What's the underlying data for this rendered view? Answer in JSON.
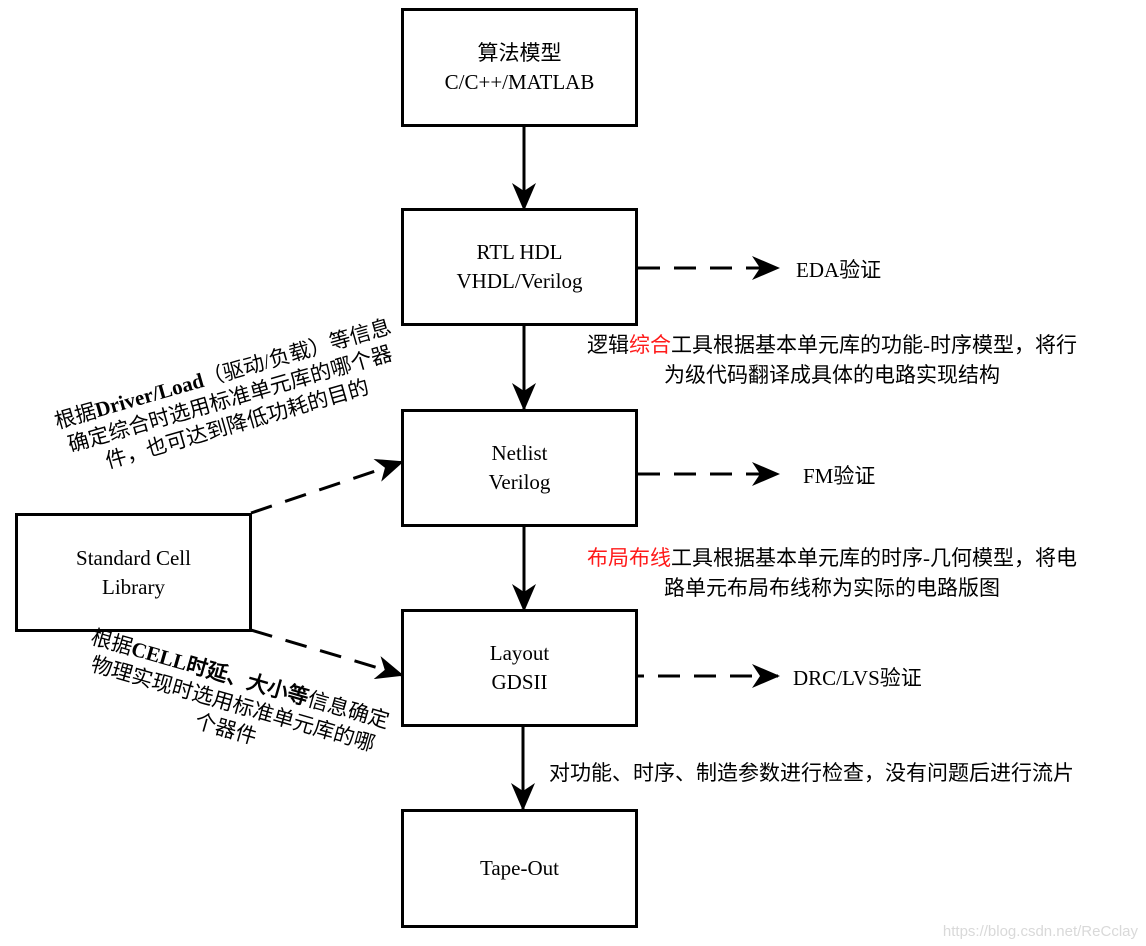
{
  "boxes": {
    "algorithm": {
      "line1": "算法模型",
      "line2": "C/C++/MATLAB"
    },
    "rtl": {
      "line1": "RTL HDL",
      "line2": "VHDL/Verilog"
    },
    "netlist": {
      "line1": "Netlist",
      "line2": "Verilog"
    },
    "layout": {
      "line1": "Layout",
      "line2": "GDSII"
    },
    "tapeout": {
      "line1": "Tape-Out"
    },
    "stdcell": {
      "line1": "Standard Cell",
      "line2": "Library"
    }
  },
  "verification_labels": {
    "eda": "EDA验证",
    "fm": "FM验证",
    "drc_lvs": "DRC/LVS验证"
  },
  "notes": {
    "synthesis": {
      "pre": "逻辑",
      "highlight": "综合",
      "post": "工具根据基本单元库的功能-时序模型，将行",
      "line2": "为级代码翻译成具体的电路实现结构"
    },
    "place_route": {
      "highlight": "布局布线",
      "post": "工具根据基本单元库的时序-几何模型，将电",
      "line2": "路单元布局布线称为实际的电路版图"
    },
    "tapeout_check": "对功能、时序、制造参数进行检查，没有问题后进行流片"
  },
  "side_notes": {
    "driver_load": {
      "pre": "根据",
      "bold": "Driver/Load",
      "post": "（驱动/负载）等信息",
      "line2": "确定综合时选用标准单元库的哪个器",
      "line3": "件，也可达到降低功耗的目的"
    },
    "cell_delay": {
      "pre": "根据",
      "bold": "CELL时延、大小等",
      "post": "信息确定",
      "line2": "物理实现时选用标准单元库的哪",
      "line3": "个器件"
    }
  },
  "colors": {
    "highlight": "#ff1a1a",
    "stroke": "#000000",
    "watermark": "#d9d9d9"
  },
  "watermark": "https://blog.csdn.net/ReCclay"
}
